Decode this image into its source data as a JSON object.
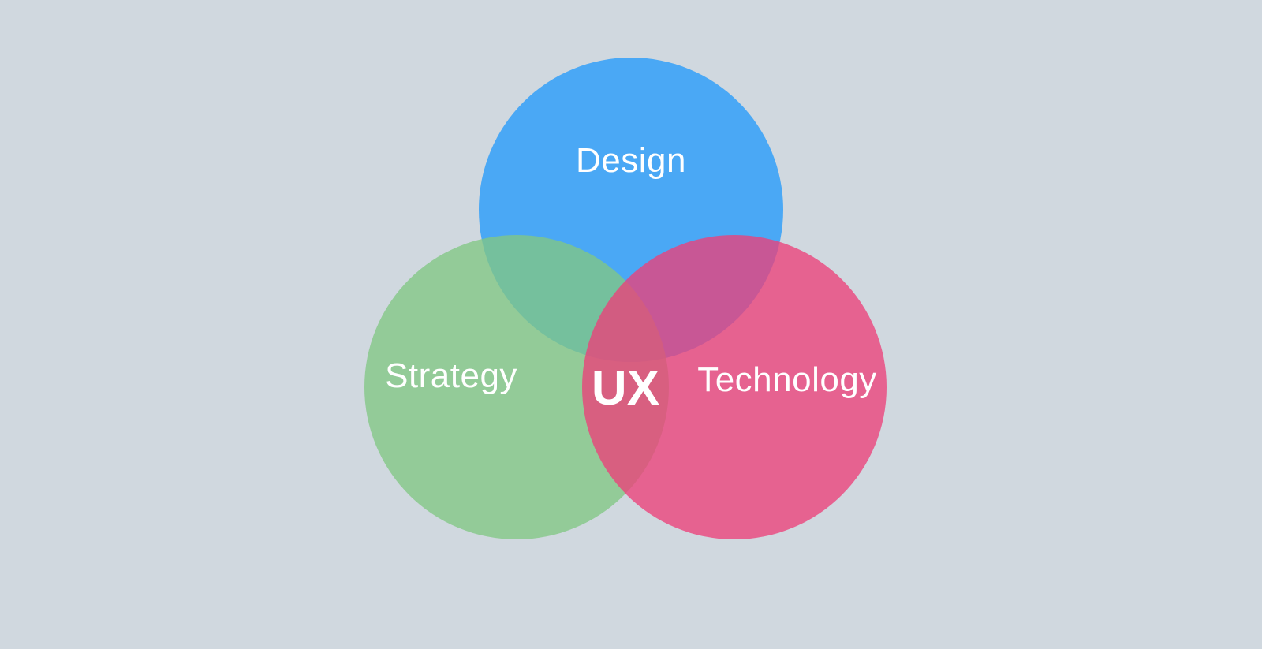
{
  "diagram": {
    "sets": [
      {
        "id": "design",
        "label": "Design",
        "color": "#42a5f5"
      },
      {
        "id": "strategy",
        "label": "Strategy",
        "color": "#81c784"
      },
      {
        "id": "technology",
        "label": "Technology",
        "color": "#ec407a"
      }
    ],
    "center_label": "UX",
    "background": "#d0d8df"
  }
}
